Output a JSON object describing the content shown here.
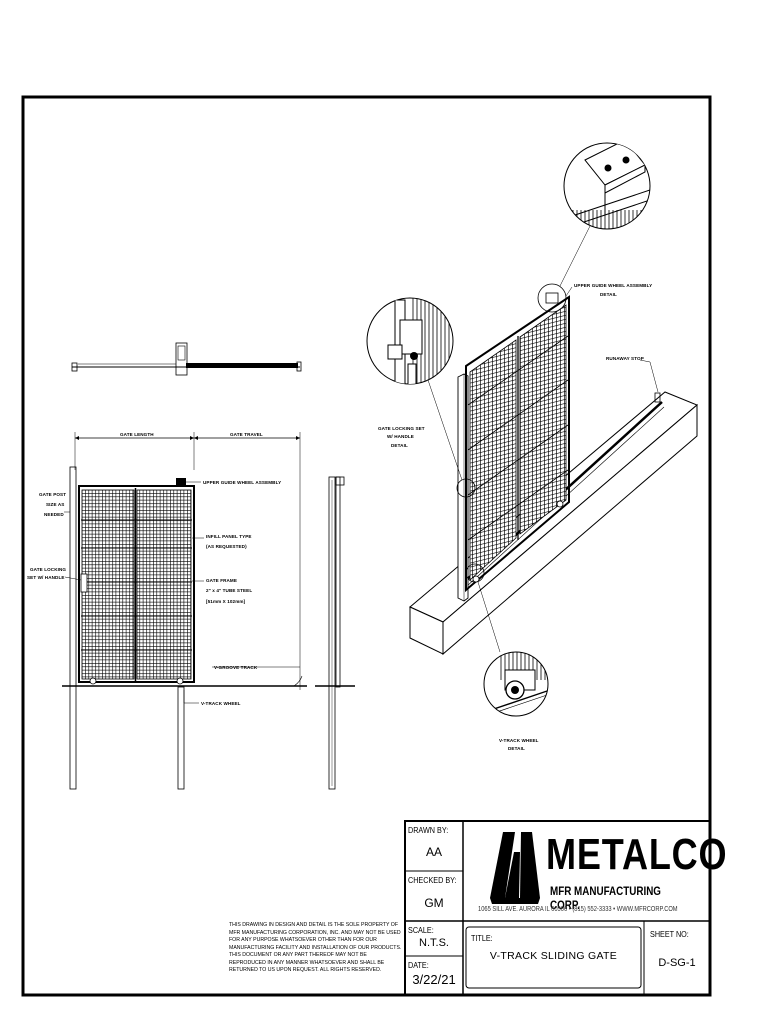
{
  "labels": {
    "gate_length": "GATE LENGTH",
    "gate_travel": "GATE TRAVEL",
    "upper_guide_wheel_assembly": "UPPER GUIDE WHEEL ASSEMBLY",
    "gate_post_line1": "GATE POST",
    "gate_post_line2": "SIZE AS",
    "gate_post_line3": "NEEDED",
    "infill_line1": "INFILL PANEL TYPE",
    "infill_line2": "(AS REQUESTED)",
    "gate_locking_line1": "GATE LOCKING",
    "gate_locking_line2": "SET W/ HANDLE",
    "gate_frame_line1": "GATE FRAME",
    "gate_frame_line2": "2\" x 4\" TUBE STEEL",
    "gate_frame_line3": "[51mm X 102mm]",
    "v_groove_track": "V-GROOVE TRACK",
    "v_track_wheel": "V-TRACK WHEEL",
    "upper_detail_line1": "UPPER GUIDE WHEEL ASSEMBLY",
    "upper_detail_line2": "DETAIL",
    "runaway_stop": "RUNAWAY STOP",
    "locking_detail_line1": "GATE LOCKING SET",
    "locking_detail_line2": "W/ HANDLE",
    "locking_detail_line3": "DETAIL",
    "vtrack_detail_line1": "V-TRACK WHEEL",
    "vtrack_detail_line2": "DETAIL"
  },
  "title_block": {
    "drawn_by_label": "DRAWN BY:",
    "drawn_by": "AA",
    "checked_by_label": "CHECKED BY:",
    "checked_by": "GM",
    "scale_label": "SCALE:",
    "scale": "N.T.S.",
    "date_label": "DATE:",
    "date": "3/22/21",
    "title_label": "TITLE:",
    "title": "V-TRACK SLIDING GATE",
    "sheet_label": "SHEET NO:",
    "sheet_no": "D-SG-1",
    "company_name": "METALCO",
    "company_sub": "MFR MANUFACTURING CORP.",
    "company_address": "1065 SILL AVE. AURORA IL 60506 • (815) 552-3333 • WWW.MFRCORP.COM",
    "notice": "This drawing in design and detail is the sole property of MFR Manufacturing Corporation, Inc. and may not be used for any purpose whatsoever other than for our manufacturing facility and installation of our products. This document or any part thereof may not be reproduced in any manner whatsoever and shall be returned to us upon request. All rights reserved."
  },
  "colors": {
    "ink": "#000000",
    "paper": "#ffffff"
  }
}
